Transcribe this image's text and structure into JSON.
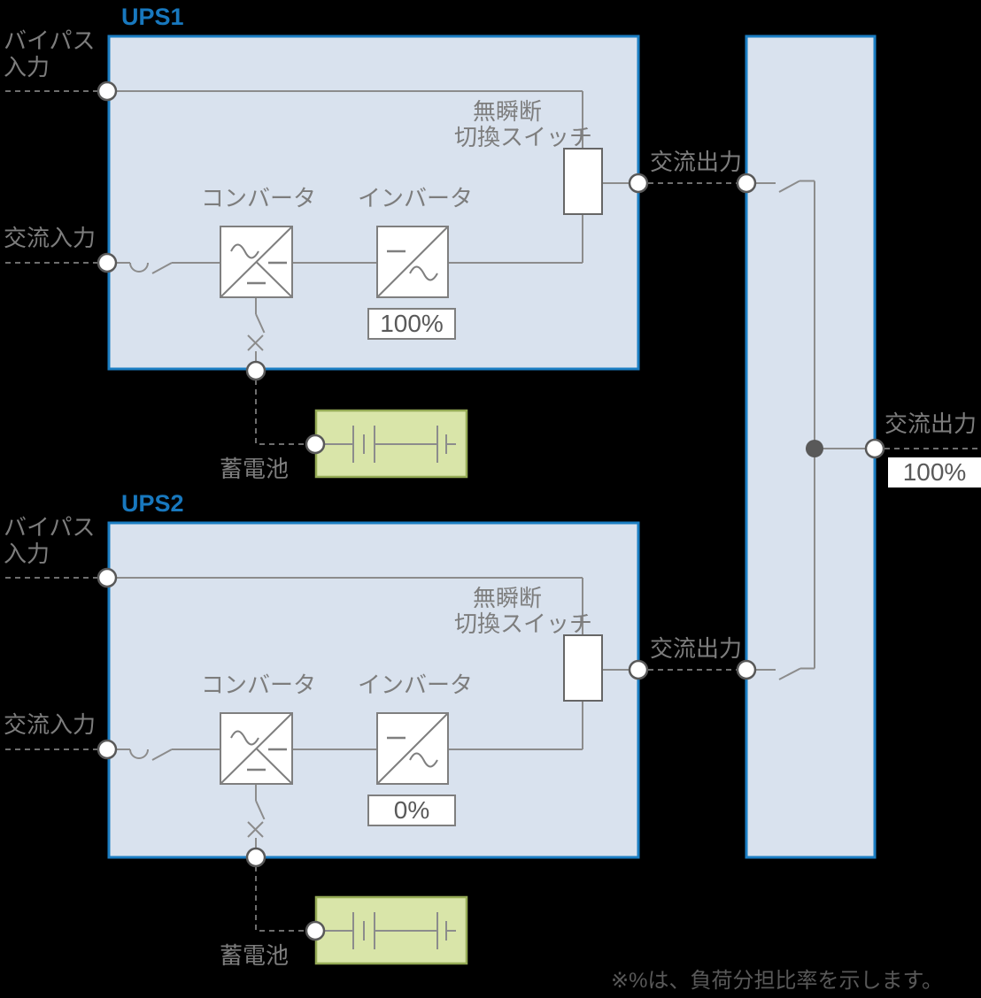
{
  "labels": {
    "bypass_l1": "バイパス",
    "bypass_l2": "入力",
    "ac_input": "交流入力",
    "ac_output": "交流出力",
    "converter": "コンバータ",
    "inverter": "インバータ",
    "transfer_switch_l1": "無瞬断",
    "transfer_switch_l2": "切換スイッチ",
    "battery": "蓄電池"
  },
  "ups1": {
    "title": "UPS1",
    "load_share": "100%"
  },
  "ups2": {
    "title": "UPS2",
    "load_share": "0%"
  },
  "output": {
    "label": "交流出力",
    "load_share": "100%"
  },
  "footnote": "※%は、負荷分担比率を示します。",
  "colors": {
    "box_fill": "#d9e2ee",
    "box_border": "#1b7ec3",
    "title_blue": "#1878be",
    "wire_gray": "#8c8c8c",
    "dashed_gray": "#6e6e6e",
    "label_gray": "#7d7d7d",
    "value_gray": "#595959",
    "battery_fill": "#d9e5a9",
    "battery_border": "#95ab55",
    "node_fill": "#ffffff",
    "junction_fill": "#595959"
  },
  "icons": {
    "converter_symbol": "square-diagonal-ac-to-dc",
    "inverter_symbol": "square-diagonal-dc-to-ac",
    "battery_symbol": "battery-cell-plates",
    "transfer_switch_symbol": "rectangle-block",
    "connection_node": "open-circle",
    "junction_node": "filled-circle",
    "breaker_symbol": "half-circle-arc",
    "disconnect_symbol": "switch-blade",
    "x_mark": "cross-mark"
  }
}
